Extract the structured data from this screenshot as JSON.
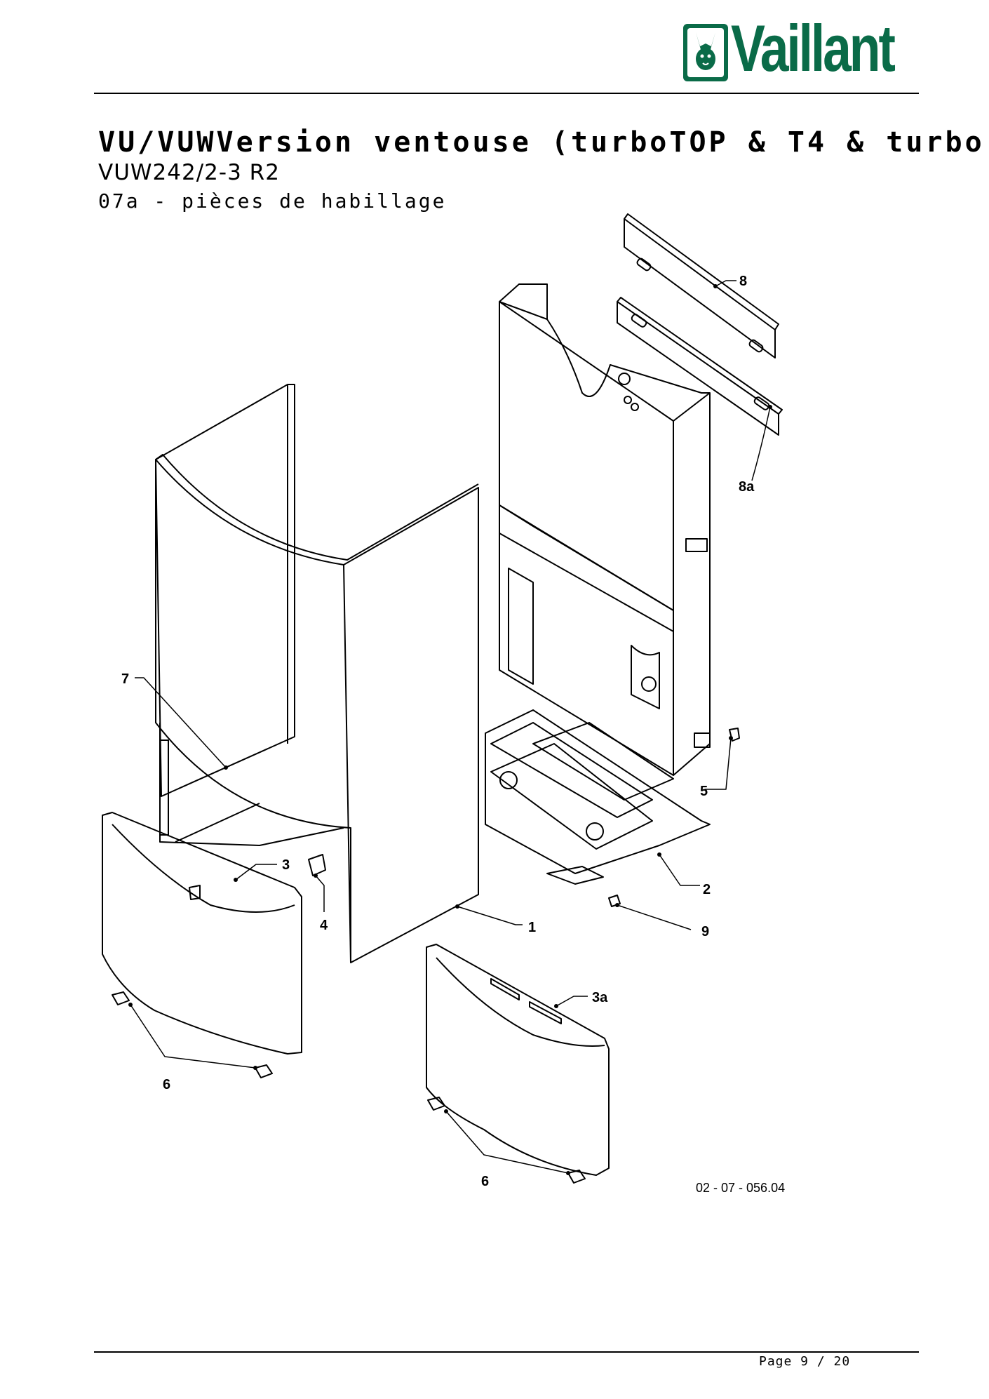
{
  "brand": {
    "name": "Vaillant",
    "color": "#0a6b48",
    "icon": "vaillant-hare-logo-icon"
  },
  "header": {
    "title": "VU/VUWVersion ventouse (turboTOP & T4 & turbo",
    "subtitle": "VUW242/2-3 R2",
    "section": "07a - pièces de habillage"
  },
  "diagram": {
    "callouts": [
      {
        "id": "8",
        "label": "8"
      },
      {
        "id": "8a",
        "label": "8a"
      },
      {
        "id": "7",
        "label": "7"
      },
      {
        "id": "5",
        "label": "5"
      },
      {
        "id": "3",
        "label": "3"
      },
      {
        "id": "4",
        "label": "4"
      },
      {
        "id": "2",
        "label": "2"
      },
      {
        "id": "1",
        "label": "1"
      },
      {
        "id": "9",
        "label": "9"
      },
      {
        "id": "3a",
        "label": "3a"
      },
      {
        "id": "6a",
        "label": "6"
      },
      {
        "id": "6b",
        "label": "6"
      }
    ],
    "drawing_number": "02 - 07 - 056.04"
  },
  "footer": {
    "page": "Page 9 / 20"
  }
}
